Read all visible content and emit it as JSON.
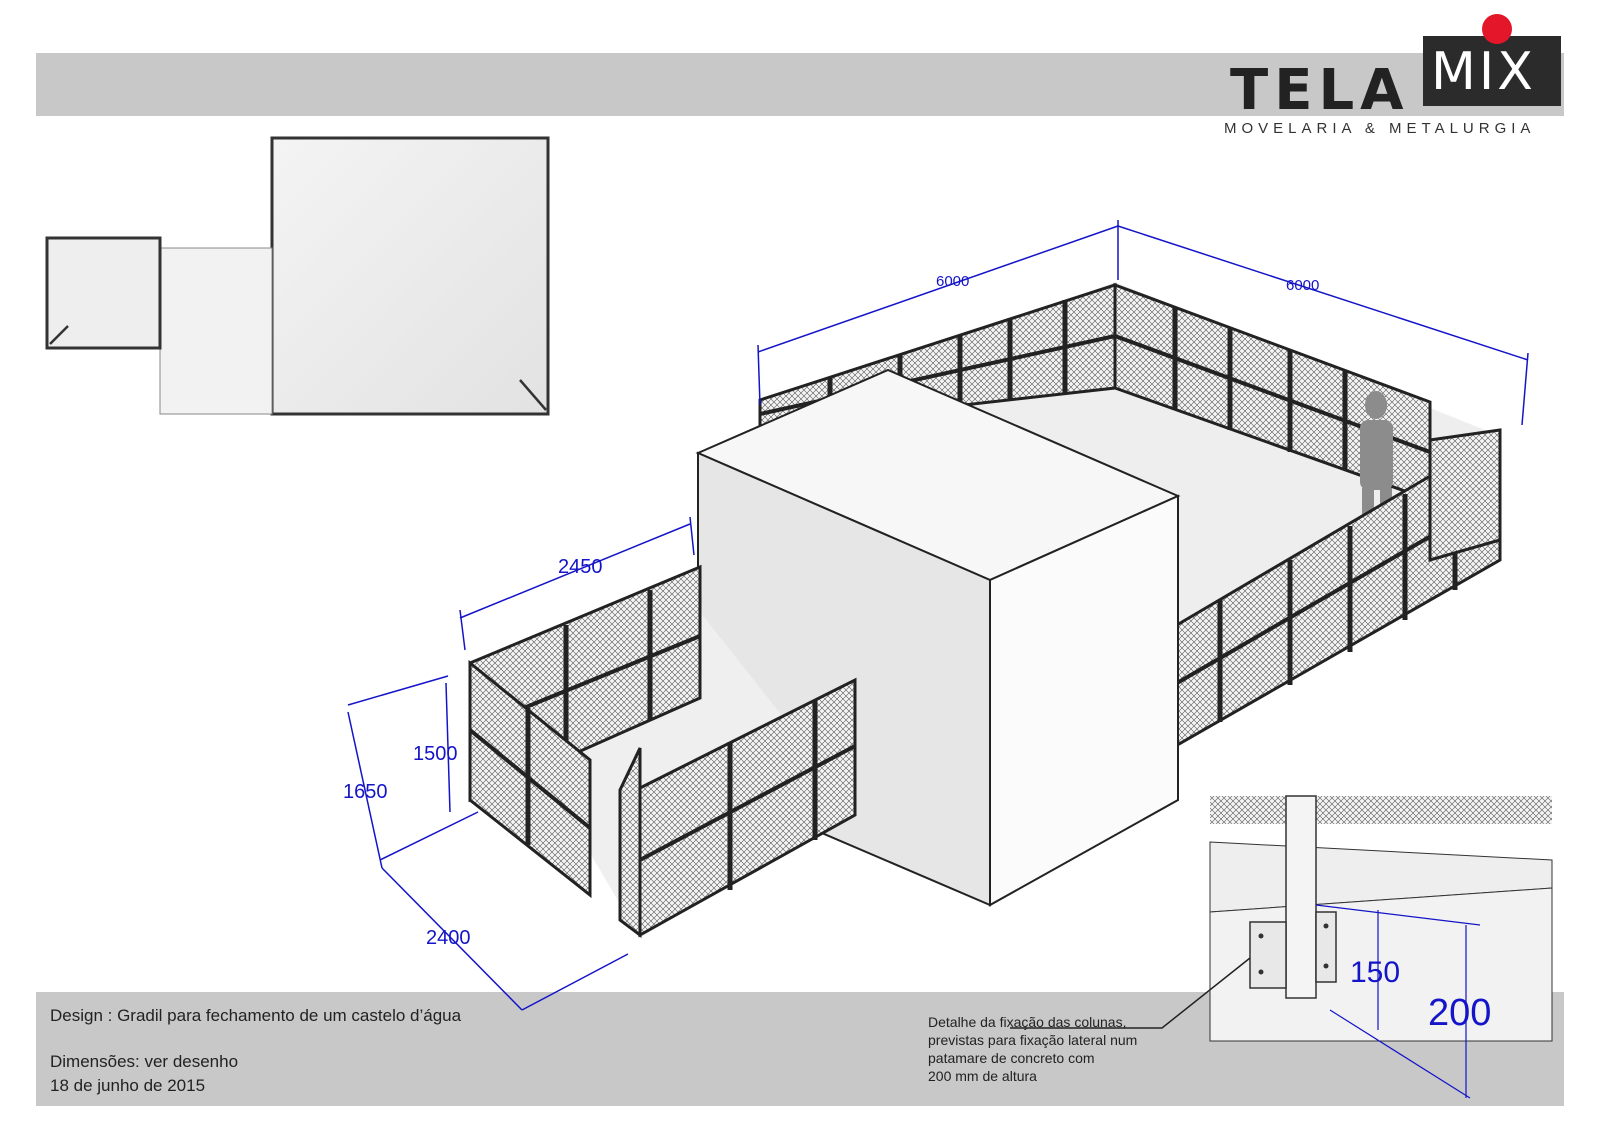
{
  "logo": {
    "tela": "TELA",
    "mix": "MIX",
    "tagline": "MOVELARIA & METALURGIA"
  },
  "info": {
    "design_line": "Design : Gradil para fechamento de um castelo d’água",
    "dimensions_line": "Dimensões: ver desenho",
    "date_line": "18 de junho de 2015"
  },
  "detail_note": {
    "lines": [
      "Detalhe da fixação das colunas,",
      "previstas para fixação lateral num",
      "patamare de concreto com",
      "200 mm de altura"
    ]
  },
  "dimensions": {
    "top_left": "6000",
    "top_right": "6000",
    "small_width": "2450",
    "height_inner": "1500",
    "height_outer": "1650",
    "small_depth": "2400",
    "detail_150": "150",
    "detail_200": "200"
  },
  "colors": {
    "band": "#c8c8c8",
    "dimension_lines": "#1414c8",
    "logo_dot": "#e3162a"
  }
}
